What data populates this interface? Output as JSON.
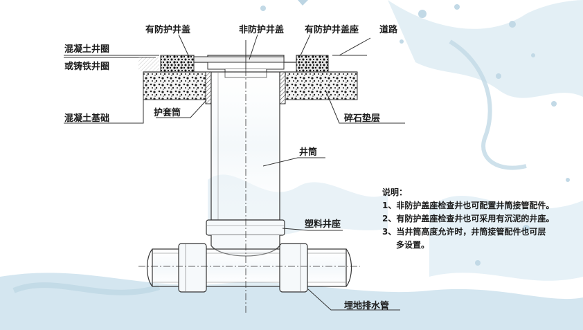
{
  "labels": {
    "protected_cover": "有防护井盖",
    "unprotected_cover": "非防护井盖",
    "protected_cover_seat": "有防护井盖座",
    "road": "道路",
    "concrete_ring": "混凝土井圈",
    "cast_iron_ring": "或铸铁井圈",
    "concrete_foundation": "混凝土基础",
    "protective_sleeve": "护套筒",
    "gravel_cushion": "碎石垫层",
    "well_shaft": "井筒",
    "plastic_well_seat": "塑料井座",
    "buried_drain_pipe": "埋地排水管"
  },
  "notes": {
    "title": "说明：",
    "items": [
      "1、非防护盖座检查井也可配置井筒接管配件。",
      "2、有防护盖座检查井也可采用有沉泥的井座。",
      "3、当井筒高度允许时，井筒接管配件也可层",
      "多设置。"
    ]
  },
  "colors": {
    "line": "#333333",
    "text": "#1c1c1c",
    "water": "#cfe3ee",
    "gravel": "#222222"
  }
}
